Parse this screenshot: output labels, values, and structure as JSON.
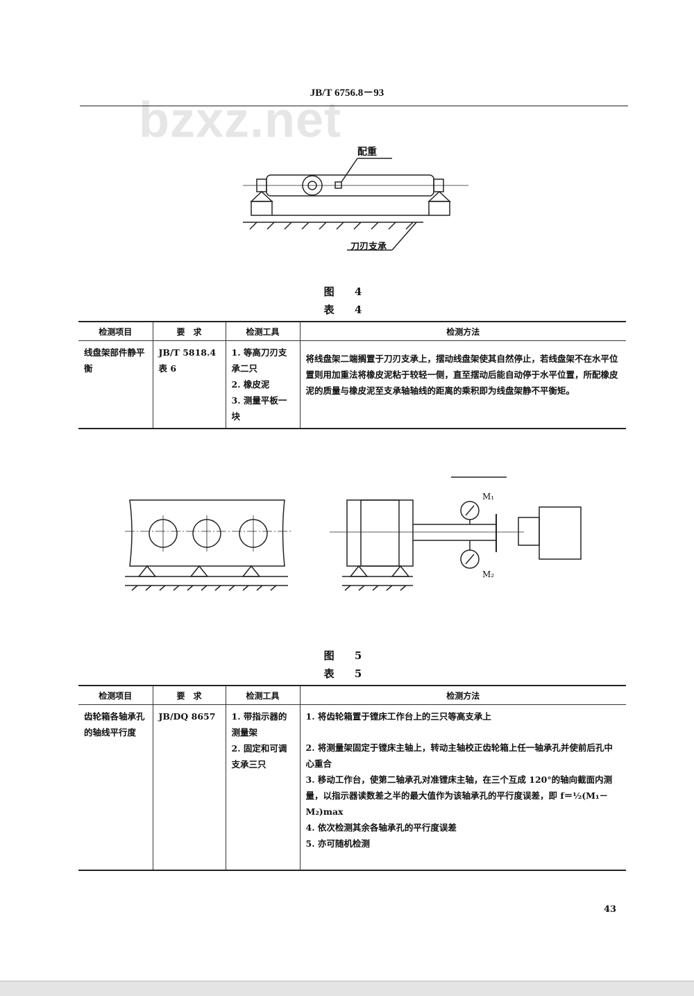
{
  "header": "JB/T 6756.8－93",
  "watermark": "bzxz.net",
  "figure4": {
    "label_weight": "配重",
    "label_support": "刀刃支承",
    "caption": "图 4"
  },
  "table4": {
    "caption": "表 4",
    "headers": [
      "检测项目",
      "要　求",
      "检测工具",
      "检测方法"
    ],
    "row": {
      "item": "线盘架部件静平衡",
      "req": "JB/T 5818.4 表 6",
      "tools": [
        "1. 等高刀刃支承二只",
        "2. 橡皮泥",
        "3. 测量平板一块"
      ],
      "method": "将线盘架二端搁置于刀刃支承上，摆动线盘架使其自然停止，若线盘架不在水平位置则用加重法将橡皮泥粘于较轻一侧，直至摆动后能自动停于水平位置，所配橡皮泥的质量与橡皮泥至支承轴轴线的距离的乘积即为线盘架静不平衡矩。"
    }
  },
  "figure5": {
    "label_m1": "M₁",
    "label_m2": "M₂",
    "caption": "图 5"
  },
  "table5": {
    "caption": "表 5",
    "headers": [
      "检测项目",
      "要　求",
      "检测工具",
      "检测方法"
    ],
    "row": {
      "item": "齿轮箱各轴承孔的轴线平行度",
      "req": "JB/DQ 8657",
      "tools": [
        "1. 带指示器的测量架",
        "2. 固定和可调支承三只"
      ],
      "methods": [
        "1. 将齿轮箱置于镗床工作台上的三只等高支承上",
        "2. 将测量架固定于镗床主轴上，转动主轴校正齿轮箱上任一轴承孔并使前后孔中心重合",
        "3. 移动工作台，使第二轴承孔对准镗床主轴，在三个互成 120°的轴向截面内测量，以指示器读数差之半的最大值作为该轴承孔的平行度误差，即 f＝½(M₁－M₂)max",
        "4. 依次检测其余各轴承孔的平行度误差",
        "5. 亦可随机检测"
      ]
    }
  },
  "page_number": "43"
}
